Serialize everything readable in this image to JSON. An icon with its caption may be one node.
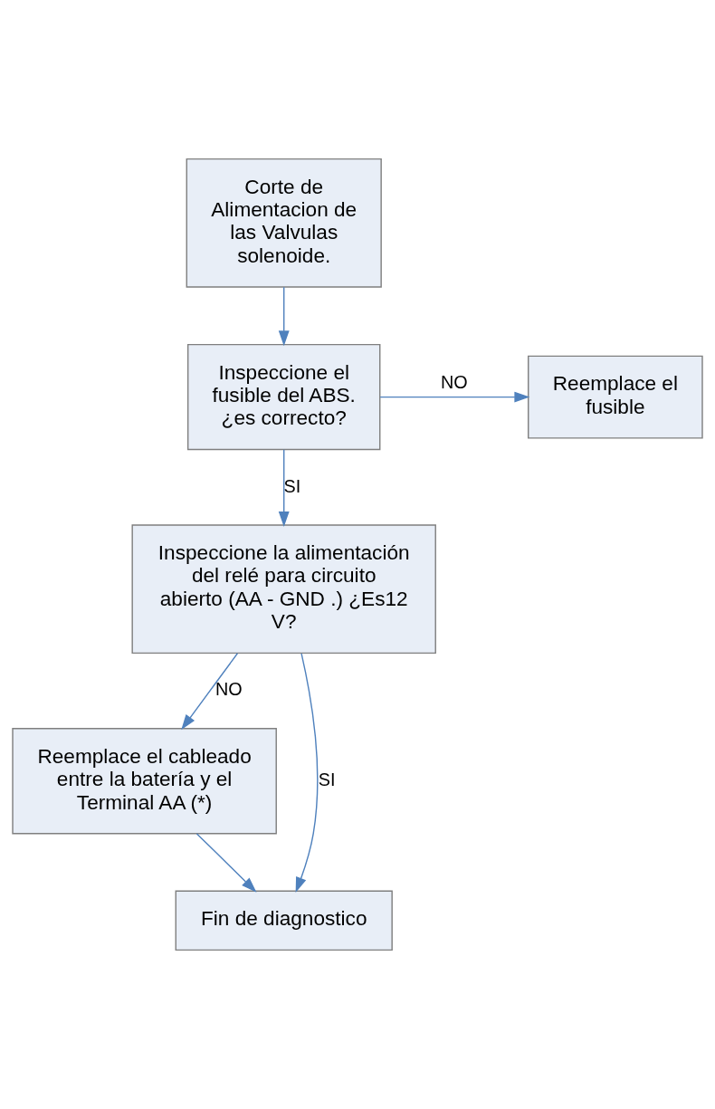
{
  "diagram": {
    "nodes": [
      {
        "text": [
          "Corte de Alimentacion de las Valvulas solenoide."
        ]
      },
      {
        "text": [
          "Inspeccione el fusible del ABS. ¿es correcto?"
        ]
      },
      {
        "text": [
          "Reemplace el fusible"
        ]
      },
      {
        "text": [
          "Inspeccione la alimentación del relé para circuito abierto (AA - GND .) ¿Es12 V?"
        ]
      },
      {
        "text": [
          "Reemplace el cableado entre la batería y el Terminal AA (*)"
        ]
      },
      {
        "text": [
          "Fin de diagnostico"
        ]
      }
    ],
    "edges": [
      {
        "from": 0,
        "to": 1,
        "arrow": "to"
      },
      {
        "from": 1,
        "to": 2,
        "arrow": "to",
        "label": "NO"
      },
      {
        "from": 1,
        "to": 3,
        "arrow": "to",
        "label": "SI"
      },
      {
        "from": 3,
        "to": 4,
        "arrow": "to",
        "label": "NO"
      },
      {
        "from": 4,
        "to": 5,
        "arrow": "to"
      },
      {
        "from": 3,
        "to": 5,
        "arrow": "to",
        "label": "SI"
      }
    ]
  }
}
